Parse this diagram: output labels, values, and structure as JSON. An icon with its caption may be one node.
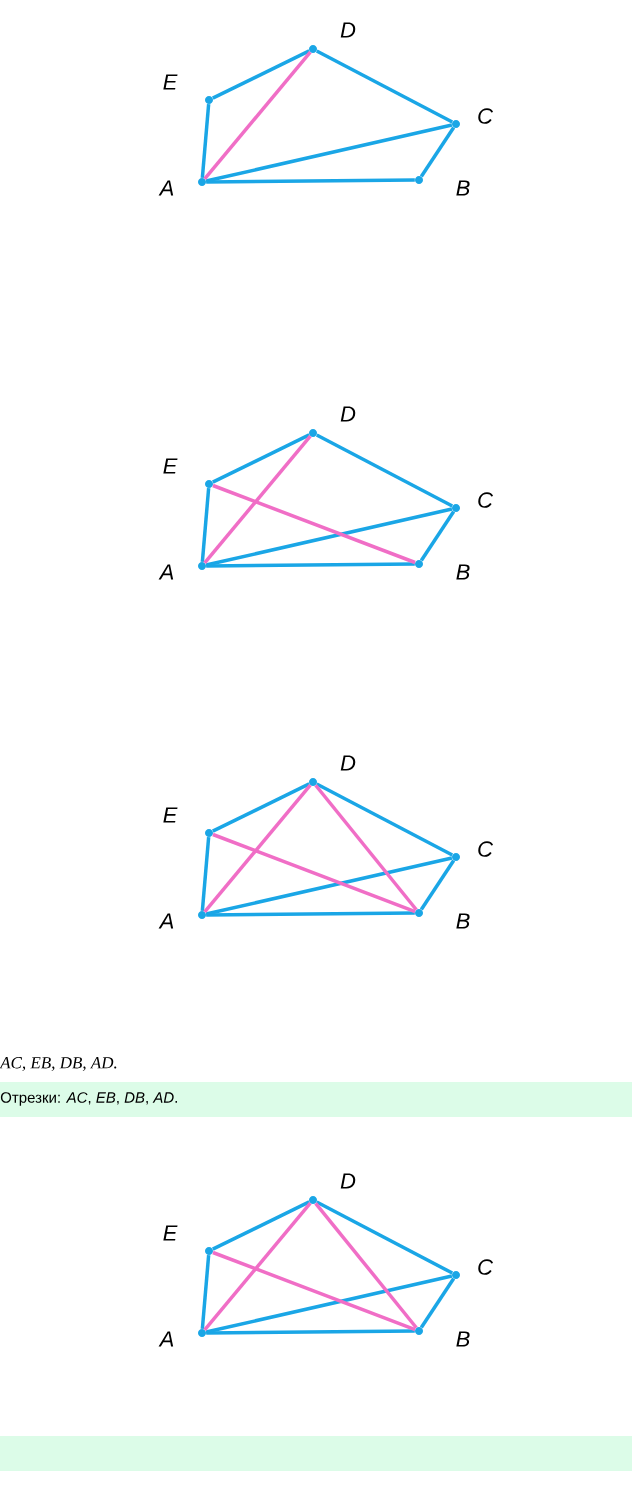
{
  "diagram": {
    "nodes": [
      {
        "text": [
          "D"
        ]
      },
      {
        "text": [
          "E"
        ]
      },
      {
        "text": [
          "C"
        ]
      },
      {
        "text": [
          "A"
        ]
      },
      {
        "text": [
          "B"
        ]
      },
      {
        "text": [
          "D"
        ]
      },
      {
        "text": [
          "E"
        ]
      },
      {
        "text": [
          "C"
        ]
      },
      {
        "text": [
          "A"
        ]
      },
      {
        "text": [
          "B"
        ]
      },
      {
        "text": [
          "D"
        ]
      },
      {
        "text": [
          "E"
        ]
      },
      {
        "text": [
          "C"
        ]
      },
      {
        "text": [
          "A"
        ]
      },
      {
        "text": [
          "B"
        ]
      },
      {
        "text": [
          "D"
        ]
      },
      {
        "text": [
          "E"
        ]
      },
      {
        "text": [
          "C"
        ]
      },
      {
        "text": [
          "A"
        ]
      },
      {
        "text": [
          "B"
        ]
      }
    ],
    "edges": [
      {
        "from": 1,
        "to": 0,
        "arrow": "none"
      },
      {
        "from": 0,
        "to": 2,
        "arrow": "none"
      },
      {
        "from": 2,
        "to": 4,
        "arrow": "none"
      },
      {
        "from": 4,
        "to": 3,
        "arrow": "none"
      },
      {
        "from": 3,
        "to": 1,
        "arrow": "none"
      },
      {
        "from": 3,
        "to": 2,
        "arrow": "none"
      },
      {
        "from": 3,
        "to": 0,
        "arrow": "none",
        "color": "#f06ec6"
      },
      {
        "from": 6,
        "to": 5,
        "arrow": "none"
      },
      {
        "from": 5,
        "to": 7,
        "arrow": "none"
      },
      {
        "from": 7,
        "to": 9,
        "arrow": "none"
      },
      {
        "from": 9,
        "to": 8,
        "arrow": "none"
      },
      {
        "from": 8,
        "to": 6,
        "arrow": "none"
      },
      {
        "from": 8,
        "to": 7,
        "arrow": "none"
      },
      {
        "from": 8,
        "to": 5,
        "arrow": "none",
        "color": "#f06ec6"
      },
      {
        "from": 6,
        "to": 9,
        "arrow": "none",
        "color": "#f06ec6"
      },
      {
        "from": 11,
        "to": 10,
        "arrow": "none"
      },
      {
        "from": 10,
        "to": 12,
        "arrow": "none"
      },
      {
        "from": 12,
        "to": 14,
        "arrow": "none"
      },
      {
        "from": 14,
        "to": 13,
        "arrow": "none"
      },
      {
        "from": 13,
        "to": 11,
        "arrow": "none"
      },
      {
        "from": 13,
        "to": 12,
        "arrow": "none"
      },
      {
        "from": 13,
        "to": 10,
        "arrow": "none",
        "color": "#f06ec6"
      },
      {
        "from": 11,
        "to": 14,
        "arrow": "none",
        "color": "#f06ec6"
      },
      {
        "from": 10,
        "to": 14,
        "arrow": "none",
        "color": "#f06ec6"
      },
      {
        "from": 16,
        "to": 15,
        "arrow": "none"
      },
      {
        "from": 15,
        "to": 17,
        "arrow": "none"
      },
      {
        "from": 17,
        "to": 19,
        "arrow": "none"
      },
      {
        "from": 19,
        "to": 18,
        "arrow": "none"
      },
      {
        "from": 18,
        "to": 16,
        "arrow": "none"
      },
      {
        "from": 18,
        "to": 17,
        "arrow": "none"
      },
      {
        "from": 18,
        "to": 15,
        "arrow": "none",
        "color": "#f06ec6"
      },
      {
        "from": 16,
        "to": 19,
        "arrow": "none",
        "color": "#f06ec6"
      },
      {
        "from": 15,
        "to": 19,
        "arrow": "none",
        "color": "#f06ec6"
      }
    ],
    "labels": [
      "AC, EB, DB, AD.",
      "Отрезки: *AC*, *EB*, *DB*, *AD*."
    ]
  }
}
